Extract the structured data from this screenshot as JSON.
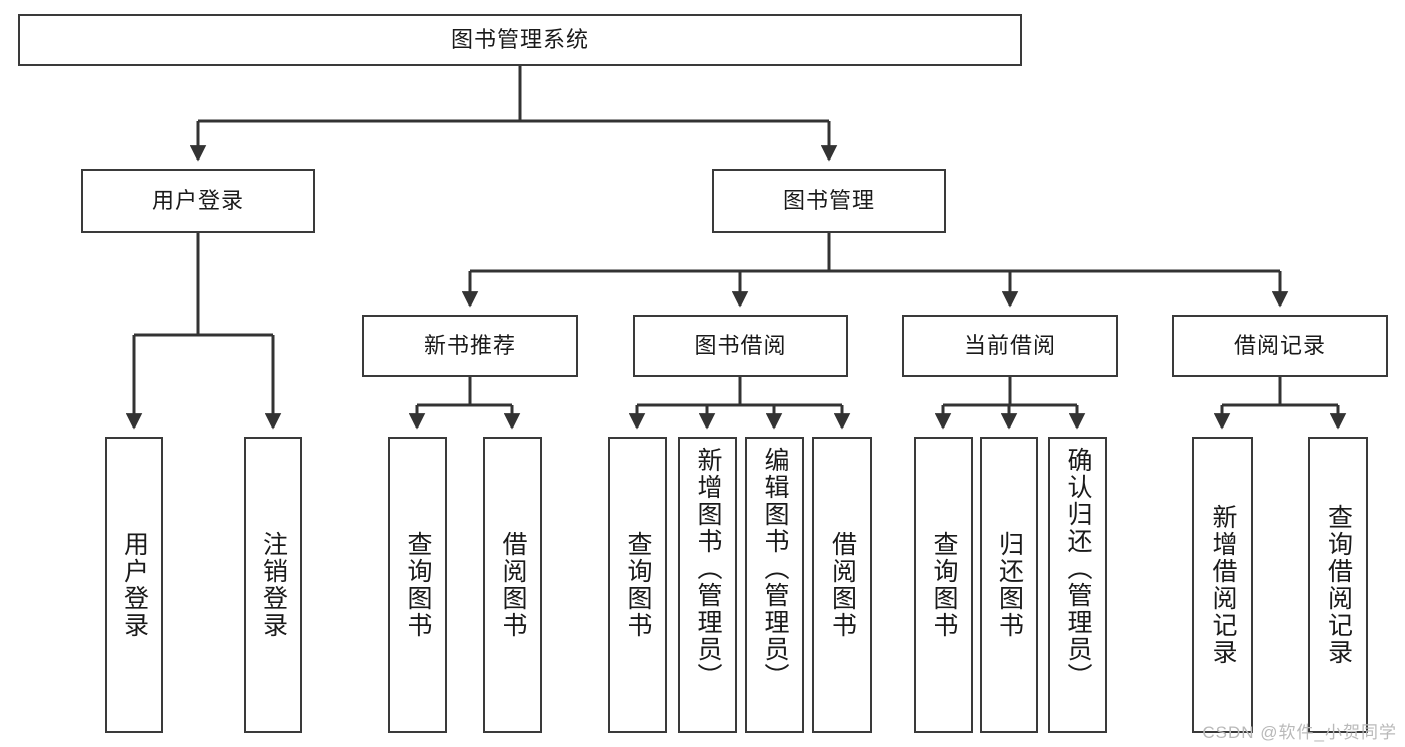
{
  "diagram": {
    "type": "tree",
    "title": "图书管理系统",
    "watermark": "CSDN @软件_小贺同学",
    "colors": {
      "box_border": "#3a3a3a",
      "line": "#333333",
      "background": "#ffffff",
      "text": "#1a1a1a",
      "watermark": "#b9b9b9"
    },
    "levels": {
      "level1": [
        "图书管理系统"
      ],
      "level2": [
        "用户登录",
        "图书管理"
      ],
      "level3": [
        "新书推荐",
        "图书借阅",
        "当前借阅",
        "借阅记录"
      ],
      "level4": [
        "用户登录",
        "注销登录",
        "查询图书",
        "借阅图书",
        "查询图书",
        "新增图书（管理员）",
        "编辑图书（管理员）",
        "借阅图书",
        "查询图书",
        "归还图书",
        "确认归还（管理员）",
        "新增借阅记录",
        "查询借阅记录"
      ]
    },
    "nodes": {
      "root": {
        "label": "图书管理系统"
      },
      "user_login": {
        "label": "用户登录"
      },
      "book_mgmt": {
        "label": "图书管理"
      },
      "new_book_rec": {
        "label": "新书推荐"
      },
      "book_borrow": {
        "label": "图书借阅"
      },
      "current_borrow": {
        "label": "当前借阅"
      },
      "borrow_record": {
        "label": "借阅记录"
      },
      "leaf_user_login": {
        "label": "用户登录"
      },
      "leaf_user_logout": {
        "label": "注销登录"
      },
      "leaf_rec_query": {
        "label": "查询图书"
      },
      "leaf_rec_borrow": {
        "label": "借阅图书"
      },
      "leaf_bb_query": {
        "label": "查询图书"
      },
      "leaf_bb_add": {
        "label": "新增图书（管理员）"
      },
      "leaf_bb_edit": {
        "label": "编辑图书（管理员）"
      },
      "leaf_bb_borrow": {
        "label": "借阅图书"
      },
      "leaf_cb_query": {
        "label": "查询图书"
      },
      "leaf_cb_return": {
        "label": "归还图书"
      },
      "leaf_cb_confirm": {
        "label": "确认归还（管理员）"
      },
      "leaf_br_add": {
        "label": "新增借阅记录"
      },
      "leaf_br_query": {
        "label": "查询借阅记录"
      }
    },
    "edges": [
      {
        "from": "图书管理系统",
        "to": "用户登录"
      },
      {
        "from": "图书管理系统",
        "to": "图书管理"
      },
      {
        "from": "用户登录",
        "to": "用户登录"
      },
      {
        "from": "用户登录",
        "to": "注销登录"
      },
      {
        "from": "图书管理",
        "to": "新书推荐"
      },
      {
        "from": "图书管理",
        "to": "图书借阅"
      },
      {
        "from": "图书管理",
        "to": "当前借阅"
      },
      {
        "from": "图书管理",
        "to": "借阅记录"
      },
      {
        "from": "新书推荐",
        "to": "查询图书"
      },
      {
        "from": "新书推荐",
        "to": "借阅图书"
      },
      {
        "from": "图书借阅",
        "to": "查询图书"
      },
      {
        "from": "图书借阅",
        "to": "新增图书（管理员）"
      },
      {
        "from": "图书借阅",
        "to": "编辑图书（管理员）"
      },
      {
        "from": "图书借阅",
        "to": "借阅图书"
      },
      {
        "from": "当前借阅",
        "to": "查询图书"
      },
      {
        "from": "当前借阅",
        "to": "归还图书"
      },
      {
        "from": "当前借阅",
        "to": "确认归还（管理员）"
      },
      {
        "from": "借阅记录",
        "to": "新增借阅记录"
      },
      {
        "from": "借阅记录",
        "to": "查询借阅记录"
      }
    ]
  }
}
